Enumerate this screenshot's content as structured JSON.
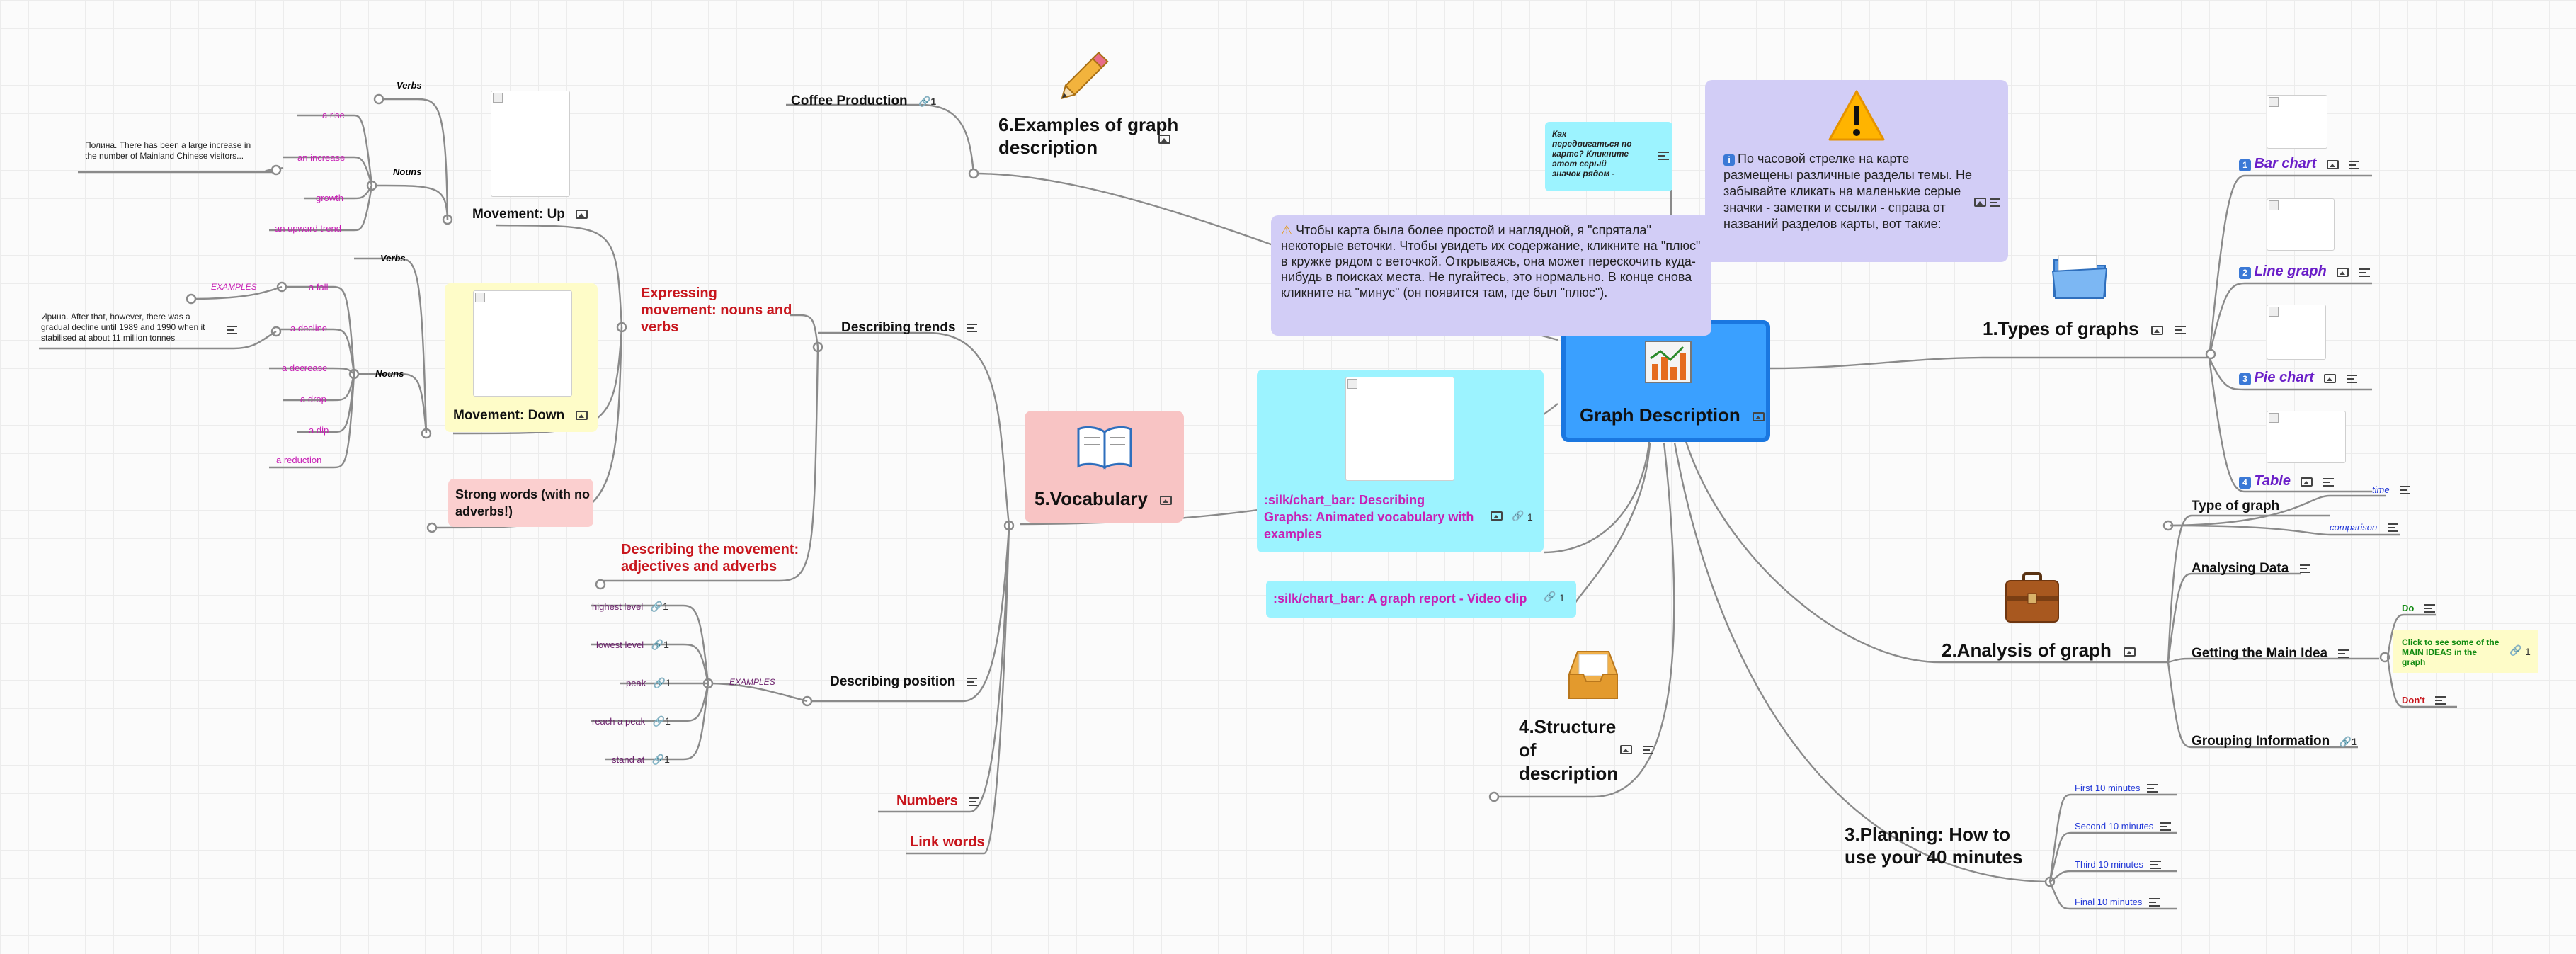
{
  "central": {
    "title": "Graph Description"
  },
  "intro": {
    "ask": "Как передвигаться по карте? Кликните этот серый значок рядом -",
    "clockwise": "По часовой стрелке на карте размещены различные разделы темы. Не забывайте кликать на маленькие серые значки - заметки и ссылки - справа от названий разделов карты, вот такие:",
    "hidden": "Чтобы карта была более простой и наглядной, я \"спрятала\" некоторые веточки. Чтобы увидеть их содержание, кликните на \"плюс\" в кружке рядом с веточкой. Открываясь, она может перескочить куда-нибудь в поисках места. Не пугайтесь, это нормально. В конце снова кликните на \"минус\" (он появится там, где был \"плюс\")."
  },
  "types": {
    "title": "1.Types of graphs",
    "items": [
      {
        "num": "1",
        "label": "Bar chart"
      },
      {
        "num": "2",
        "label": "Line graph"
      },
      {
        "num": "3",
        "label": "Pie chart"
      },
      {
        "num": "4",
        "label": "Table"
      }
    ]
  },
  "analysis": {
    "title": "2.Analysis of graph",
    "type_of_graph": "Type of graph",
    "time": "time",
    "comparison": "comparison",
    "analysing": "Analysing Data",
    "main_idea": "Getting the Main Idea",
    "do": "Do",
    "click_see": "Click to see  some of the MAIN IDEAS in the graph",
    "dont": "Don't",
    "grouping": "Grouping Information"
  },
  "planning": {
    "title": "3.Planning: How to use your 40 minutes",
    "steps": [
      "First 10 minutes",
      "Second 10 minutes",
      "Third 10 minutes",
      "Final 10 minutes"
    ]
  },
  "structure": {
    "title": "4.Structure of description"
  },
  "links": {
    "animated": ":silk/chart_bar: Describing Graphs: Animated vocabulary with examples",
    "video": ":silk/chart_bar: A graph report - Video clip",
    "count": "1"
  },
  "vocab": {
    "title": "5.Vocabulary",
    "trends": "Describing trends",
    "expressing": "Expressing movement: nouns and verbs",
    "movement_up": "Movement: Up",
    "verbs": "Verbs",
    "nouns": "Nouns",
    "up_nouns": [
      "a rise",
      "an increase",
      "growth",
      "an upward trend"
    ],
    "up_example": "Полина. There has been a large increase in the number of Mainland Chinese visitors...",
    "movement_down": "Movement: Down",
    "examples": "EXAMPLES",
    "down_nouns": [
      "a fall",
      "a decline",
      "a decrease",
      "a drop",
      "a dip",
      "a reduction"
    ],
    "down_example": "Ирина. After that, however, there was a gradual decline until 1989 and 1990 when it stabilised at about 11 million tonnes",
    "strong": "Strong words (with no adverbs!)",
    "describing_movement": "Describing the movement: adjectives and adverbs",
    "position": "Describing position",
    "position_items": [
      "highest level",
      "lowest level",
      "peak",
      "reach a peak",
      "stand at"
    ],
    "numbers": "Numbers",
    "link_words": "Link words"
  },
  "examples": {
    "title": "6.Examples of graph description",
    "coffee": "Coffee Production"
  },
  "colors": {
    "central_fill": "#3aa0ff",
    "central_border": "#1a77e0",
    "info_fill": "#d2cdf6",
    "cyan_fill": "#9cf3ff",
    "vocab_fill": "#f8c4c4",
    "yellow_fill": "#fefcc8",
    "strong_fill": "#fbcfcf"
  }
}
